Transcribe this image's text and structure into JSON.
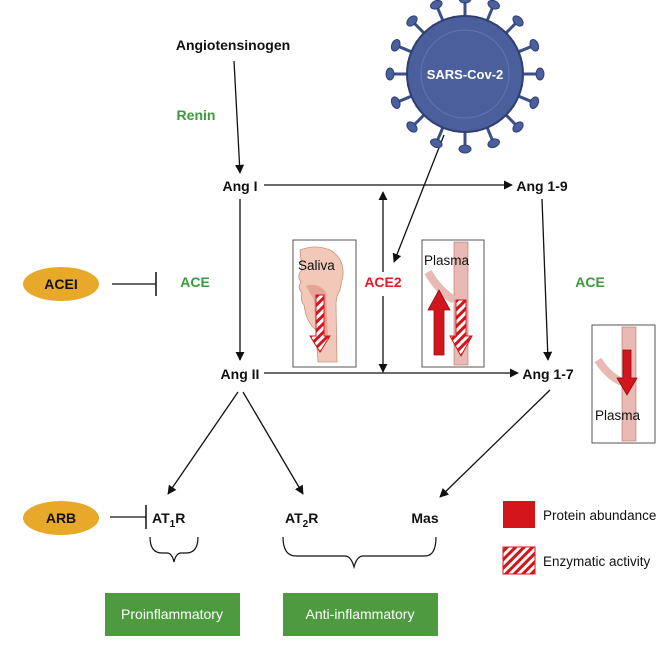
{
  "colors": {
    "enzyme_green": "#3b9a3b",
    "ace2_red": "#e01b24",
    "pill_fill": "#e8a82a",
    "box_green": "#4e9a3e",
    "virus_body": "#4a5f9c",
    "arrow_red": "#d4151b"
  },
  "nodes": {
    "angiotensinogen": "Angiotensinogen",
    "ang1": "Ang I",
    "ang19": "Ang 1-9",
    "ang2": "Ang II",
    "ang17": "Ang 1-7",
    "at1r": "AT",
    "at1r_sub": "1",
    "at2r": "AT",
    "at2r_sub": "2",
    "r": "R",
    "mas": "Mas"
  },
  "enzymes": {
    "renin": "Renin",
    "ace_left": "ACE",
    "ace_right": "ACE",
    "ace2": "ACE2"
  },
  "inhibitors": {
    "acei": "ACEI",
    "arb": "ARB"
  },
  "virus": {
    "label": "SARS-Cov-2",
    "icon": "virus-icon"
  },
  "panels": {
    "saliva": "Saliva",
    "plasma_center": "Plasma",
    "plasma_right": "Plasma"
  },
  "outcomes": {
    "proinflammatory": "Proinflammatory",
    "anti_inflammatory": "Anti-inflammatory"
  },
  "legend": {
    "protein_abundance": "Protein abundance",
    "enzymatic_activity": "Enzymatic activity"
  }
}
